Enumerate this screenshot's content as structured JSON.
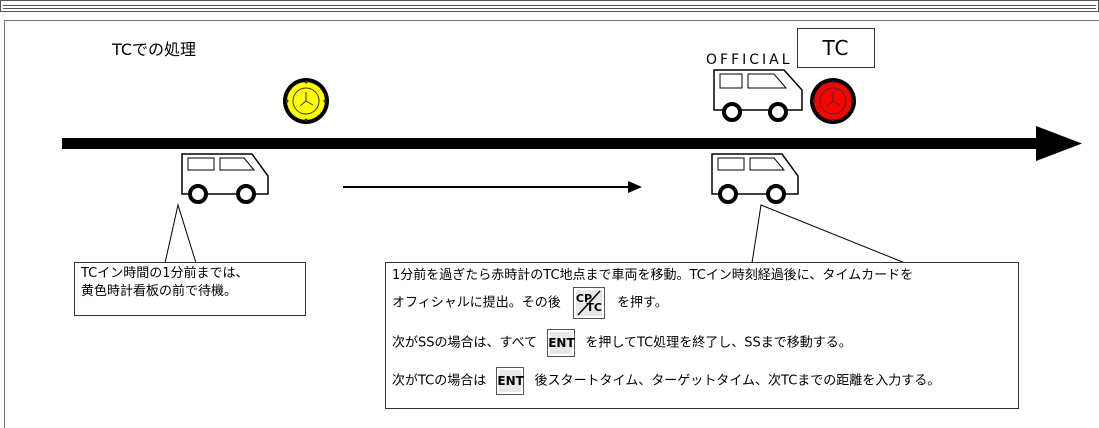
{
  "diagram": {
    "title": "TCでの処理",
    "official_label": "OFFICIAL",
    "tc_label": "TC",
    "colors": {
      "yellow_clock": "#ffff00",
      "red_clock": "#ff0000",
      "timeline": "#000000"
    },
    "icons": [
      "clock-icon",
      "van-icon",
      "arrow-icon"
    ],
    "callout1": {
      "line1": "TCイン時間の1分前までは、",
      "line2": "黄色時計看板の前で待機。"
    },
    "callout2": {
      "line1": "1分前を過ぎたら赤時計のTC地点まで車両を移動。TCイン時刻経過後に、タイムカードを",
      "line2_pre": "オフィシャルに提出。その後",
      "line2_post": "を押す。",
      "line3_pre": "次がSSの場合は、すべて",
      "line3_post": "を押してTC処理を終了し、SSまで移動する。",
      "line4_pre": "次がTCの場合は",
      "line4_post": "後スタートタイム、ターゲットタイム、次TCまでの距離を入力する。"
    },
    "buttons": {
      "cp_top": "CP",
      "tc_bottom": "TC",
      "ent": "ENT"
    }
  }
}
